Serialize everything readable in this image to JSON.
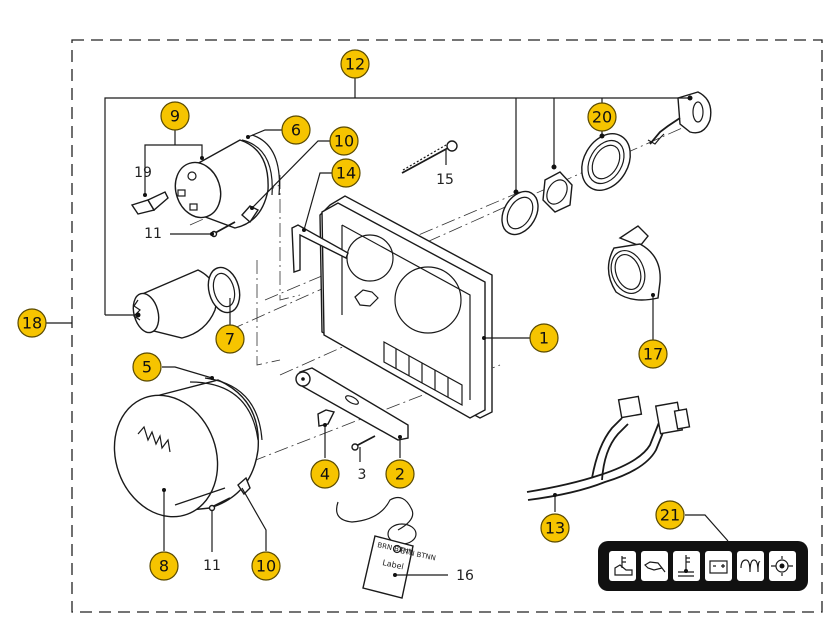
{
  "diagram": {
    "title": "Instrument panel exploded parts diagram",
    "balloon_color": "#f6c400",
    "callouts": [
      {
        "id": "1",
        "style": "balloon",
        "part": "panel-housing"
      },
      {
        "id": "2",
        "style": "balloon",
        "part": "mounting-bracket"
      },
      {
        "id": "3",
        "style": "plain",
        "part": "bracket-screw"
      },
      {
        "id": "4",
        "style": "balloon",
        "part": "clip"
      },
      {
        "id": "5",
        "style": "balloon",
        "part": "gauge-bezel"
      },
      {
        "id": "6",
        "style": "balloon",
        "part": "small-gauge-bezel"
      },
      {
        "id": "7",
        "style": "balloon",
        "part": "switch-seal"
      },
      {
        "id": "8",
        "style": "balloon",
        "part": "large-gauge"
      },
      {
        "id": "9",
        "style": "balloon",
        "part": "small-gauge-assembly"
      },
      {
        "id": "10",
        "style": "balloon",
        "part": "gauge-clamp"
      },
      {
        "id": "10",
        "style": "balloon",
        "part": "gauge-clamp-lower"
      },
      {
        "id": "11",
        "style": "plain",
        "part": "clamp-screw"
      },
      {
        "id": "11",
        "style": "plain",
        "part": "clamp-screw-lower"
      },
      {
        "id": "12",
        "style": "balloon",
        "part": "ignition-switch-group"
      },
      {
        "id": "13",
        "style": "balloon",
        "part": "wiring-harness"
      },
      {
        "id": "14",
        "style": "balloon",
        "part": "hinge-pin"
      },
      {
        "id": "15",
        "style": "plain",
        "part": "long-screw"
      },
      {
        "id": "16",
        "style": "plain",
        "part": "label-tag"
      },
      {
        "id": "17",
        "style": "balloon",
        "part": "switch-cover"
      },
      {
        "id": "18",
        "style": "balloon",
        "part": "complete-kit"
      },
      {
        "id": "19",
        "style": "plain",
        "part": "bulb"
      },
      {
        "id": "20",
        "style": "balloon",
        "part": "seal-ring"
      },
      {
        "id": "21",
        "style": "balloon",
        "part": "warning-light-strip"
      }
    ],
    "label_tag": {
      "text": "Label",
      "small_left": "BRN BTNN",
      "small_right": "BTN BTNN"
    },
    "warning_lights": [
      {
        "name": "coolant-level-icon",
        "symbol": "coolant-level"
      },
      {
        "name": "oil-pressure-icon",
        "symbol": "oil-can"
      },
      {
        "name": "coolant-temperature-icon",
        "symbol": "thermometer-water"
      },
      {
        "name": "battery-icon",
        "symbol": "battery"
      },
      {
        "name": "glow-plug-icon",
        "symbol": "coil"
      },
      {
        "name": "air-filter-icon",
        "symbol": "filter-restriction"
      }
    ]
  }
}
